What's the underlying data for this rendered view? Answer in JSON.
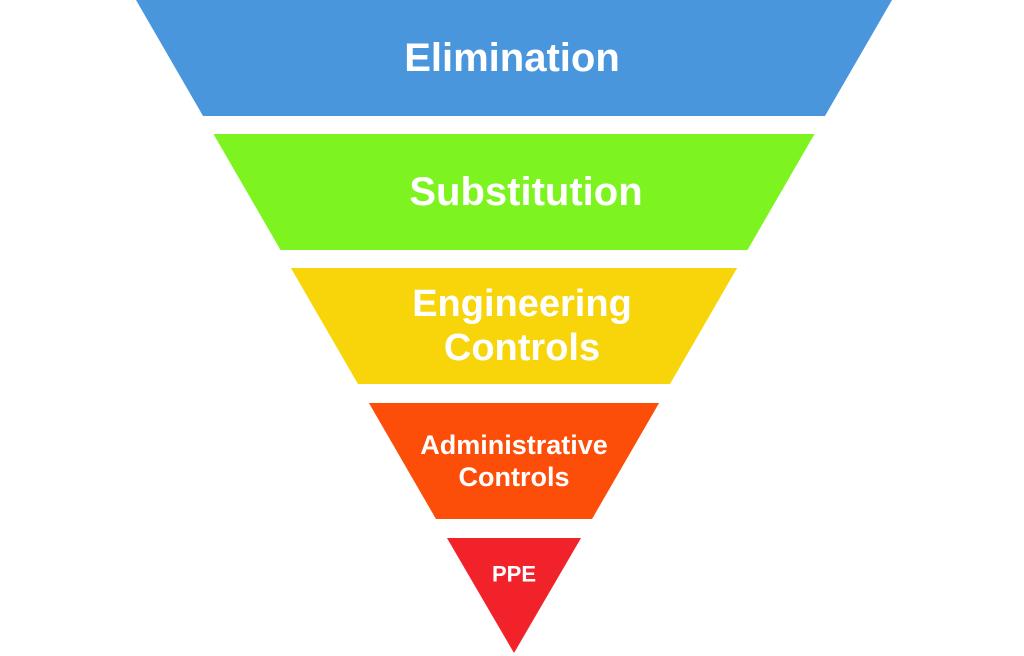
{
  "diagram": {
    "tiers": [
      {
        "key": "elimination",
        "lines": [
          "Elimination"
        ],
        "color": "#4a96dd"
      },
      {
        "key": "substitution",
        "lines": [
          "Substitution"
        ],
        "color": "#7df41f"
      },
      {
        "key": "engineering",
        "lines": [
          "Engineering",
          "Controls"
        ],
        "color": "#f8d50a"
      },
      {
        "key": "administrative",
        "lines": [
          "Administrative",
          "Controls"
        ],
        "color": "#fc4d09"
      },
      {
        "key": "ppe",
        "lines": [
          "PPE"
        ],
        "color": "#f2222b"
      }
    ]
  }
}
